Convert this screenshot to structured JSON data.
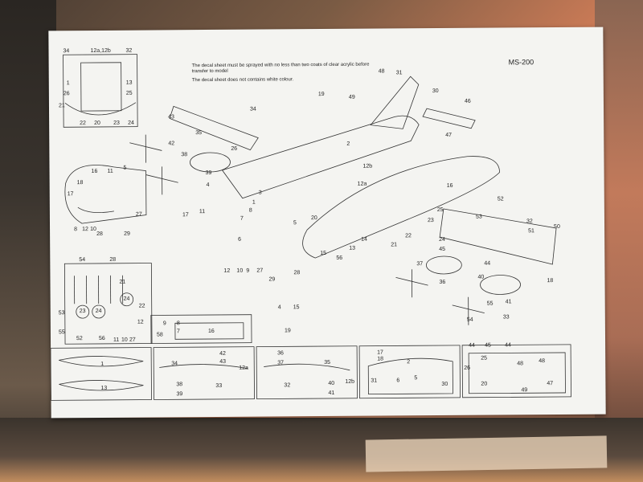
{
  "sheet": {
    "code": "MS-200",
    "note1": "The decal sheet must be sprayed with no less than two coats of clear acrylic before transfer to model",
    "note2": "The decal sheet does not contains white colour.",
    "top_left_labels": {
      "l34": "34",
      "l12": "12a,12b",
      "l32": "32"
    },
    "view_labels": [
      "1",
      "26",
      "21",
      "22",
      "20",
      "23",
      "24",
      "13",
      "25"
    ],
    "plane_labels": [
      "48",
      "31",
      "30",
      "49",
      "46",
      "19",
      "47",
      "34",
      "43",
      "35",
      "2",
      "42",
      "26",
      "38",
      "39",
      "4",
      "3",
      "12b",
      "12a",
      "16",
      "1",
      "8",
      "7",
      "5",
      "20",
      "25",
      "52",
      "53",
      "51",
      "32",
      "50",
      "21",
      "14",
      "13",
      "15",
      "56",
      "22",
      "23",
      "24",
      "37",
      "45",
      "44",
      "36",
      "40",
      "55",
      "41",
      "54",
      "33",
      "18",
      "17",
      "11",
      "6",
      "12",
      "10",
      "9",
      "27",
      "28",
      "29"
    ],
    "nose_labels": [
      "18",
      "16",
      "11",
      "5",
      "17",
      "8",
      "12",
      "10",
      "28",
      "29",
      "27"
    ],
    "parts_labels": [
      "54",
      "28",
      "21",
      "22",
      "23",
      "24",
      "24",
      "53",
      "55",
      "52",
      "56",
      "12",
      "11",
      "10",
      "27"
    ],
    "small_box_labels": [
      "9",
      "8",
      "7",
      "58",
      "16"
    ],
    "fret_labels": [
      "4",
      "15",
      "19"
    ],
    "bottom_frets": [
      {
        "labels": [
          "1",
          "13"
        ]
      },
      {
        "labels": [
          "34",
          "42",
          "43",
          "33",
          "38",
          "39",
          "12a"
        ]
      },
      {
        "labels": [
          "36",
          "37",
          "35",
          "32",
          "40",
          "41",
          "12b"
        ]
      },
      {
        "labels": [
          "17",
          "18",
          "2",
          "31",
          "6",
          "5",
          "30"
        ]
      },
      {
        "labels": [
          "44",
          "45",
          "44",
          "25",
          "26",
          "48",
          "48",
          "20",
          "49",
          "47"
        ]
      }
    ]
  }
}
